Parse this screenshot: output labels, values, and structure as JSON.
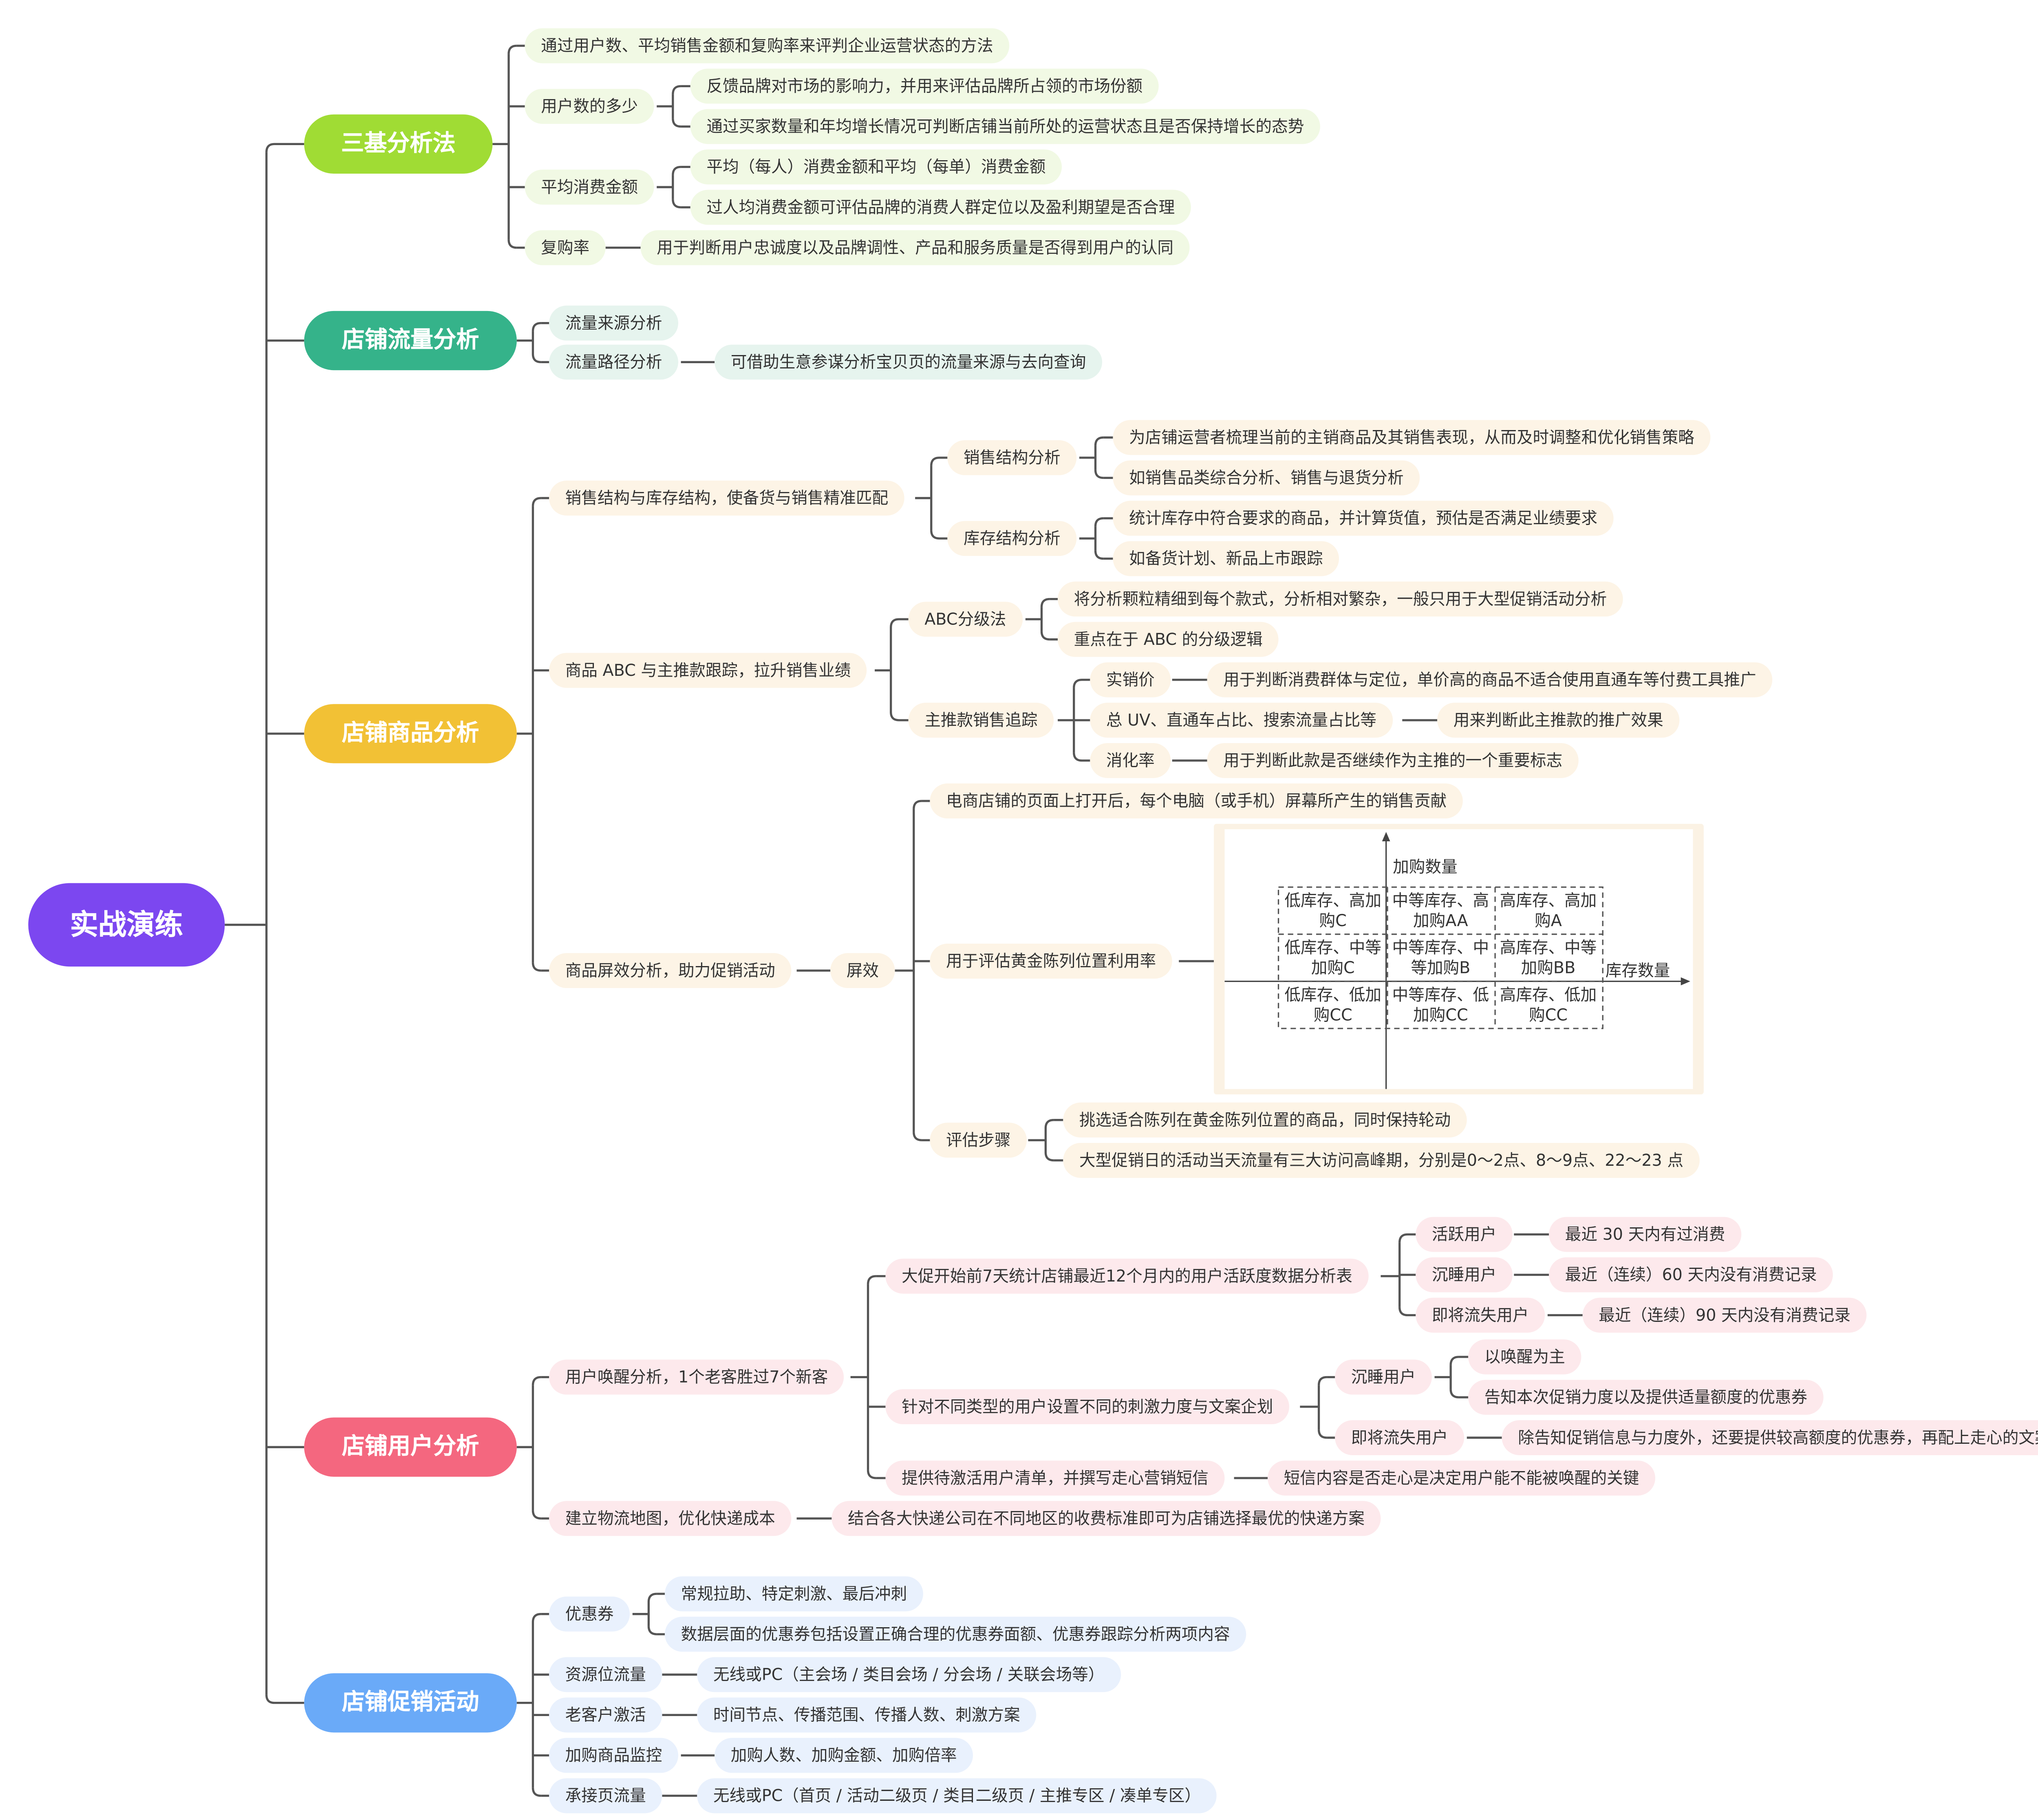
{
  "colors": {
    "root": "#7c47f0",
    "three_basics": "#a0dc34",
    "traffic": "#35b38a",
    "product": "#f2c135",
    "user": "#f4677f",
    "promo": "#6aaaf8",
    "leaf_three_basics": "#f1f9e4",
    "leaf_traffic": "#e6f4ee",
    "leaf_product": "#fdf4e6",
    "leaf_user": "#fde9ec",
    "leaf_promo": "#e9f1fd",
    "link": "#555555"
  },
  "root": {
    "label": "实战演练"
  },
  "three_basics": {
    "title": "三基分析法",
    "method": "通过用户数、平均销售金额和复购率来评判企业运营状态的方法",
    "user_count": {
      "label": "用户数的多少",
      "items": [
        "反馈品牌对市场的影响力，并用来评估品牌所占领的市场份额",
        "通过买家数量和年均增长情况可判断店铺当前所处的运营状态且是否保持增长的态势"
      ]
    },
    "avg_spend": {
      "label": "平均消费金额",
      "items": [
        "平均（每人）消费金额和平均（每单）消费金额",
        "过人均消费金额可评估品牌的消费人群定位以及盈利期望是否合理"
      ]
    },
    "repurchase": {
      "label": "复购率",
      "detail": "用于判断用户忠诚度以及品牌调性、产品和服务质量是否得到用户的认同"
    }
  },
  "traffic": {
    "title": "店铺流量分析",
    "source": "流量来源分析",
    "path": {
      "label": "流量路径分析",
      "detail": "可借助生意参谋分析宝贝页的流量来源与去向查询"
    }
  },
  "product": {
    "title": "店铺商品分析",
    "structure": {
      "label": "销售结构与库存结构，使备货与销售精准匹配",
      "sales": {
        "label": "销售结构分析",
        "items": [
          "为店铺运营者梳理当前的主销商品及其销售表现，从而及时调整和优化销售策略",
          "如销售品类综合分析、销售与退货分析"
        ]
      },
      "inventory": {
        "label": "库存结构分析",
        "items": [
          "统计库存中符合要求的商品，并计算货值，预估是否满足业绩要求",
          "如备货计划、新品上市跟踪"
        ]
      }
    },
    "abc": {
      "label": "商品 ABC 与主推款跟踪，拉升销售业绩",
      "method": {
        "label": "ABC分级法",
        "items": [
          "将分析颗粒精细到每个款式，分析相对繁杂，一般只用于大型促销活动分析",
          "重点在于 ABC 的分级逻辑"
        ]
      },
      "tracking": {
        "label": "主推款销售追踪",
        "price": {
          "label": "实销价",
          "detail": "用于判断消费群体与定位，单价高的商品不适合使用直通车等付费工具推广"
        },
        "uv": {
          "label": "总 UV、直通车占比、搜索流量占比等",
          "detail": "用来判断此主推款的推广效果"
        },
        "sellthrough": {
          "label": "消化率",
          "detail": "用于判断此款是否继续作为主推的一个重要标志"
        }
      }
    },
    "screen": {
      "label": "商品屏效分析，助力促销活动",
      "efficiency": "屏效",
      "definition": "电商店铺的页面上打开后，每个电脑（或手机）屏幕所产生的销售贡献",
      "golden": "用于评估黄金陈列位置利用率",
      "steps": {
        "label": "评估步骤",
        "items": [
          "挑选适合陈列在黄金陈列位置的商品，同时保持轮动",
          "大型促销日的活动当天流量有三大访问高峰期，分别是0～2点、8～9点、22～23 点"
        ]
      },
      "matrix": {
        "y_label": "加购数量",
        "x_label": "库存数量",
        "cells": [
          [
            "低库存、高加购C",
            "中等库存、高加购AA",
            "高库存、高加购A"
          ],
          [
            "低库存、中等加购C",
            "中等库存、中等加购B",
            "高库存、中等加购BB"
          ],
          [
            "低库存、低加购CC",
            "中等库存、低加购CC",
            "高库存、低加购CC"
          ]
        ]
      }
    }
  },
  "user": {
    "title": "店铺用户分析",
    "wake": {
      "label": "用户唤醒分析，1个老客胜过7个新客",
      "table": {
        "label": "大促开始前7天统计店铺最近12个月内的用户活跃度数据分析表",
        "active": {
          "label": "活跃用户",
          "detail": "最近 30 天内有过消费"
        },
        "dormant": {
          "label": "沉睡用户",
          "detail": "最近（连续）60 天内没有消费记录"
        },
        "churn": {
          "label": "即将流失用户",
          "detail": "最近（连续）90 天内没有消费记录"
        }
      },
      "incentive": {
        "label": "针对不同类型的用户设置不同的刺激力度与文案企划",
        "dormant": {
          "label": "沉睡用户",
          "items": [
            "以唤醒为主",
            "告知本次促销力度以及提供适量额度的优惠券"
          ]
        },
        "churn": {
          "label": "即将流失用户",
          "detail": "除告知促销信息与力度外，还要提供较高额度的优惠券，再配上走心的文案"
        }
      },
      "sms": {
        "label": "提供待激活用户清单，并撰写走心营销短信",
        "detail": "短信内容是否走心是决定用户能不能被唤醒的关键"
      }
    },
    "logistics": {
      "label": "建立物流地图，优化快递成本",
      "detail": "结合各大快递公司在不同地区的收费标准即可为店铺选择最优的快递方案"
    }
  },
  "promo": {
    "title": "店铺促销活动",
    "coupon": {
      "label": "优惠券",
      "items": [
        "常规拉助、特定刺激、最后冲刺",
        "数据层面的优惠券包括设置正确合理的优惠券面额、优惠券跟踪分析两项内容"
      ]
    },
    "resource": {
      "label": "资源位流量",
      "detail": "无线或PC（主会场 / 类目会场 / 分会场 / 关联会场等）"
    },
    "old_customer": {
      "label": "老客户激活",
      "detail": "时间节点、传播范围、传播人数、刺激方案"
    },
    "cart": {
      "label": "加购商品监控",
      "detail": "加购人数、加购金额、加购倍率"
    },
    "landing": {
      "label": "承接页流量",
      "detail": "无线或PC（首页 / 活动二级页 / 类目二级页 / 主推专区 / 凑单专区）"
    }
  }
}
